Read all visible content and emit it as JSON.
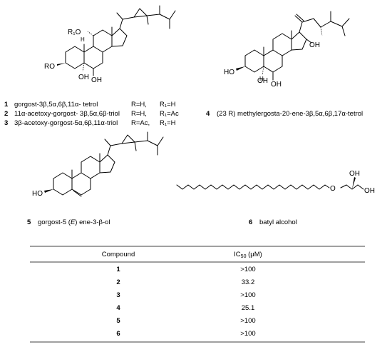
{
  "structures": [
    {
      "id": "1-3",
      "labels": {
        "r1o": "R₁O",
        "ro": "RO",
        "oh1": "OH",
        "oh2": "OH",
        "h": "H"
      }
    },
    {
      "id": "4",
      "labels": {
        "oh17": "OH",
        "ho": "HO",
        "oh1": "OH",
        "oh2": "OH",
        "h": "H"
      }
    },
    {
      "id": "5",
      "labels": {
        "ho": "HO"
      }
    },
    {
      "id": "6",
      "labels": {
        "oh1": "OH",
        "oh2": "OH",
        "o": "O"
      }
    }
  ],
  "captions": [
    {
      "num": "1",
      "text": "gorgost-3β,5α,6β,11α- tetrol",
      "r": "R=H,",
      "r1": "R₁=H"
    },
    {
      "num": "2",
      "text": "11α-acetoxy-gorgost- 3β,5α,6β-triol",
      "r": "R=H,",
      "r1": "R₁=Ac"
    },
    {
      "num": "3",
      "text": "3β-acetoxy-gorgost-5α,6β,11α-triol",
      "r": "R=Ac,",
      "r1": "R₁=H"
    },
    {
      "num": "4",
      "text": "(23 R) methylergosta-20-ene-3β,5α,6β,17α-tetrol"
    },
    {
      "num": "5",
      "text": "gorgost-5 (",
      "italic": "E",
      "text2": ") ene-3-β-ol"
    },
    {
      "num": "6",
      "text": "batyl alcohol"
    }
  ],
  "table": {
    "headers": {
      "compound": "Compound",
      "ic50_prefix": "IC",
      "ic50_sub": "50",
      "ic50_unit": " (μM)"
    },
    "rows": [
      {
        "compound": "1",
        "ic50": ">100"
      },
      {
        "compound": "2",
        "ic50": "33.2"
      },
      {
        "compound": "3",
        "ic50": ">100"
      },
      {
        "compound": "4",
        "ic50": "25.1"
      },
      {
        "compound": "5",
        "ic50": ">100"
      },
      {
        "compound": "6",
        "ic50": ">100"
      }
    ]
  }
}
